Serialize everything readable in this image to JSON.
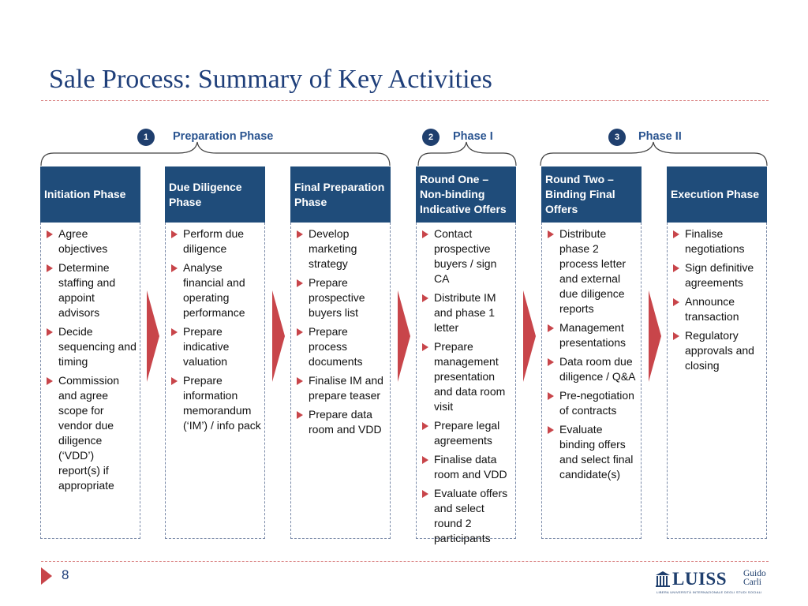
{
  "title": "Sale Process: Summary of Key Activities",
  "phases": [
    {
      "num": "1",
      "label": "Preparation Phase"
    },
    {
      "num": "2",
      "label": "Phase I"
    },
    {
      "num": "3",
      "label": "Phase II"
    }
  ],
  "columns": [
    {
      "header": "Initiation Phase",
      "items": [
        "Agree objectives",
        "Determine staffing and appoint advisors",
        "Decide sequencing and timing",
        "Commission and agree scope for vendor due diligence (‘VDD’) report(s) if appropriate"
      ]
    },
    {
      "header": "Due Diligence Phase",
      "items": [
        "Perform due diligence",
        "Analyse financial and operating performance",
        "Prepare indicative valuation",
        "Prepare information memorandum (‘IM’) / info pack"
      ]
    },
    {
      "header": "Final Preparation Phase",
      "items": [
        "Develop marketing strategy",
        "Prepare prospective buyers list",
        "Prepare process documents",
        "Finalise IM and prepare teaser",
        "Prepare data room and VDD"
      ]
    },
    {
      "header": "Round One – Non-binding Indicative Offers",
      "items": [
        "Contact prospective buyers / sign CA",
        "Distribute IM and phase 1 letter",
        "Prepare management presentation and data room visit",
        "Prepare legal agreements",
        "Finalise data room and VDD",
        "Evaluate offers and select round 2 participants"
      ]
    },
    {
      "header": "Round Two – Binding Final Offers",
      "items": [
        "Distribute phase 2 process letter and external due diligence reports",
        "Management presentations",
        "Data room due diligence / Q&A",
        "Pre-negotiation of contracts",
        "Evaluate binding offers and select final candidate(s)"
      ]
    },
    {
      "header": "Execution Phase",
      "items": [
        "Finalise negotiations",
        "Sign definitive agreements",
        "Announce transaction",
        "Regulatory approvals and closing"
      ]
    }
  ],
  "footer": {
    "page_number": "8",
    "logo_text": "LUISS",
    "logo_sub_1": "Guido",
    "logo_sub_2": "Carli",
    "logo_tagline": "LIBERA UNIVERSITÀ INTERNAZIONALE DEGLI STUDI SOCIALI"
  },
  "colors": {
    "title": "#1F3F7A",
    "header_fill": "#1F4C7A",
    "accent": "#C8454A"
  },
  "icons": {
    "bullet": "triangle-bullet-icon",
    "flow_arrow": "arrow-right-icon",
    "brace": "curly-brace-icon"
  }
}
